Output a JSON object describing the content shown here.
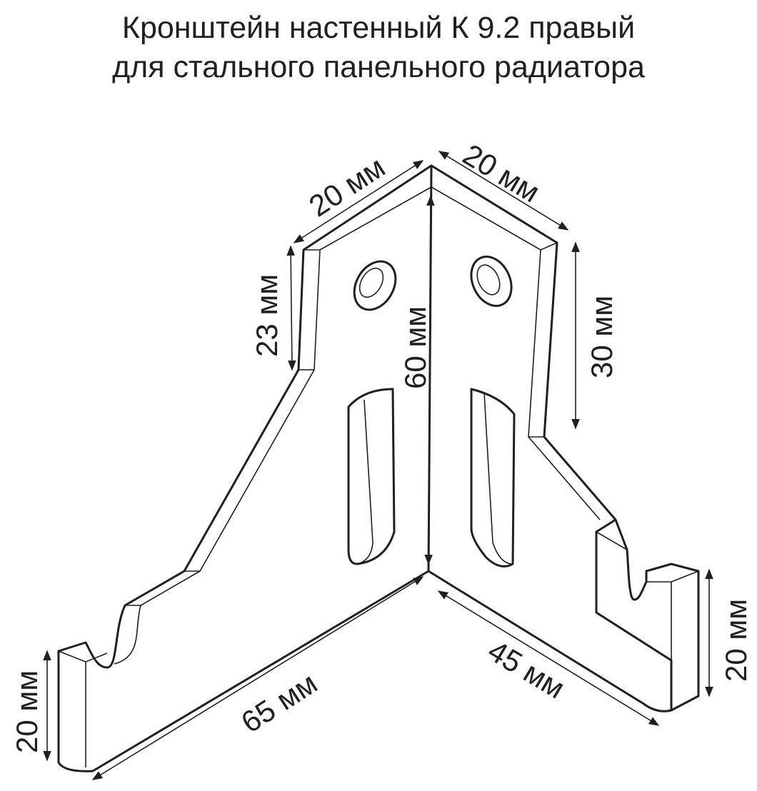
{
  "title": {
    "line1": "Кронштейн настенный К 9.2 правый",
    "line2": "для стального панельного радиатора"
  },
  "dimensions": {
    "top_left_width": "20 мм",
    "top_right_width": "20 мм",
    "left_upper_height": "23 мм",
    "center_height": "60 мм",
    "right_upper_height": "30 мм",
    "left_tab_height": "20 мм",
    "right_tab_height": "20 мм",
    "left_length": "65 мм",
    "right_length": "45 мм"
  },
  "colors": {
    "ink": "#231f20",
    "background": "#ffffff"
  }
}
